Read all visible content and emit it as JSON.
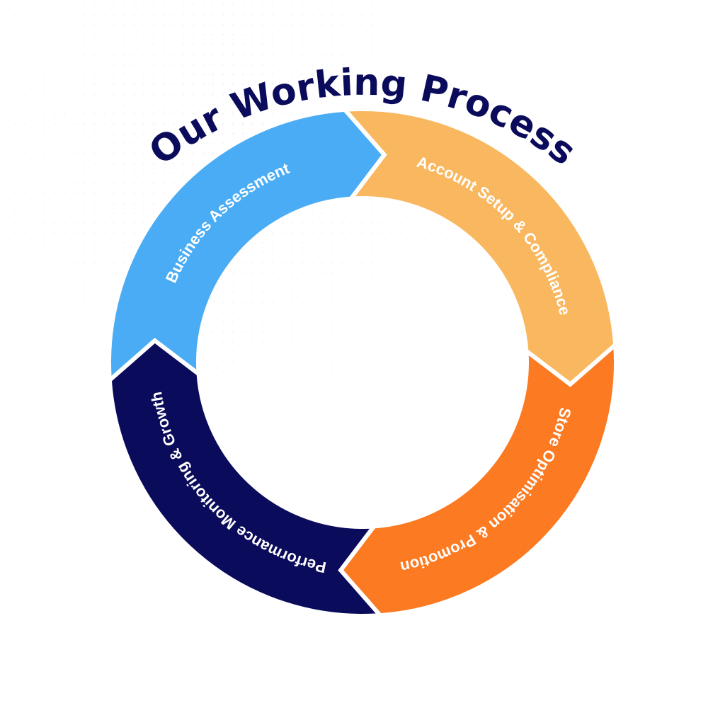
{
  "title": "Our Working Process",
  "colors": {
    "title": "#0b0b5c",
    "background": "#ffffff"
  },
  "steps": [
    {
      "label": "Business Assessment",
      "color": "#4aacf4"
    },
    {
      "label": "Account Setup & Compliance",
      "color": "#f9b85f"
    },
    {
      "label": "Store Optimisation & Promotion",
      "color": "#fb7a22"
    },
    {
      "label": "Performance Monitoring & Growth",
      "color": "#0b0b5c"
    }
  ]
}
